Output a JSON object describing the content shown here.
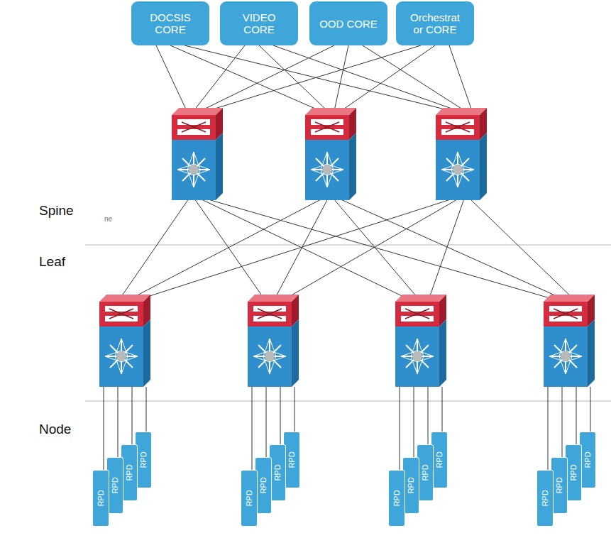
{
  "diagram": {
    "nodes": [
      {
        "text": [
          "DOCSIS CORE"
        ]
      },
      {
        "text": [
          "VIDEO CORE"
        ]
      },
      {
        "text": [
          "OOD CORE"
        ]
      },
      {
        "text": [
          "Orchestrat or CORE"
        ]
      },
      {
        "text": [
          "RPD"
        ]
      },
      {
        "text": [
          "RPD"
        ]
      },
      {
        "text": [
          "RPD"
        ]
      },
      {
        "text": [
          "RPD"
        ]
      },
      {
        "text": [
          "RPD"
        ]
      },
      {
        "text": [
          "RPD"
        ]
      },
      {
        "text": [
          "RPD"
        ]
      },
      {
        "text": [
          "RPD"
        ]
      },
      {
        "text": [
          "RPD"
        ]
      },
      {
        "text": [
          "RPD"
        ]
      },
      {
        "text": [
          "RPD"
        ]
      },
      {
        "text": [
          "RPD"
        ]
      },
      {
        "text": [
          "RPD"
        ]
      },
      {
        "text": [
          "RPD"
        ]
      },
      {
        "text": [
          "RPD"
        ]
      },
      {
        "text": [
          "RPD"
        ]
      }
    ],
    "labels": [
      "Spine",
      "ne",
      "Leaf",
      "Node"
    ]
  }
}
